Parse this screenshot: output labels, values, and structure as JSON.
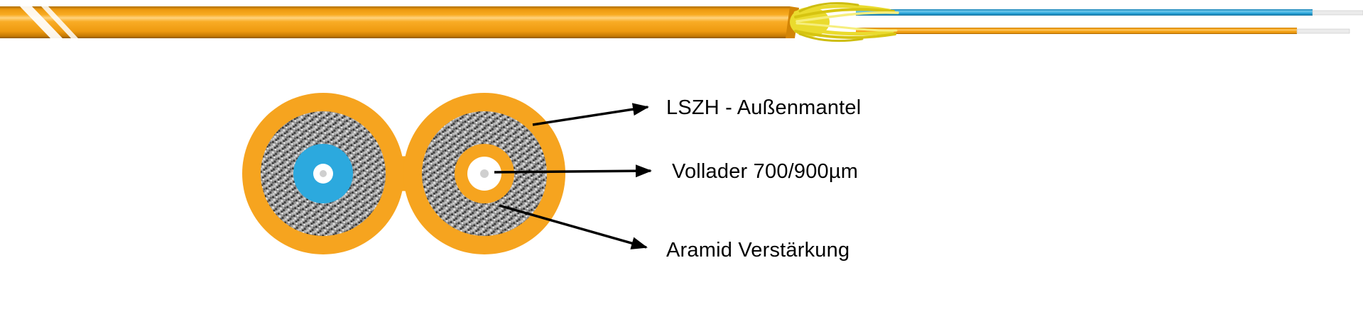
{
  "figure": {
    "type": "diagram",
    "subject": "duplex-fiber-cable-cross-section",
    "callouts": [
      {
        "id": "outer-jacket",
        "text": "LSZH - Außenmantel"
      },
      {
        "id": "tight-buffer",
        "text": "Vollader 700/900µm"
      },
      {
        "id": "aramid-strength",
        "text": "Aramid Verstärkung"
      }
    ],
    "colors": {
      "jacket_orange": "#F6A41F",
      "jacket_highlight": "#FFD27D",
      "jacket_shadow": "#8F5800",
      "aramid_yellow": "#EADB2E",
      "aramid_yellow_dark": "#D6C411",
      "aramid_yellow_light": "#F6EE7D",
      "fiber_blue": "#2CA9DE",
      "speckle_gray": "#9F9F9F",
      "core_white": "#FFFFFF",
      "arrow_black": "#000000",
      "background": "#FFFFFF"
    }
  }
}
